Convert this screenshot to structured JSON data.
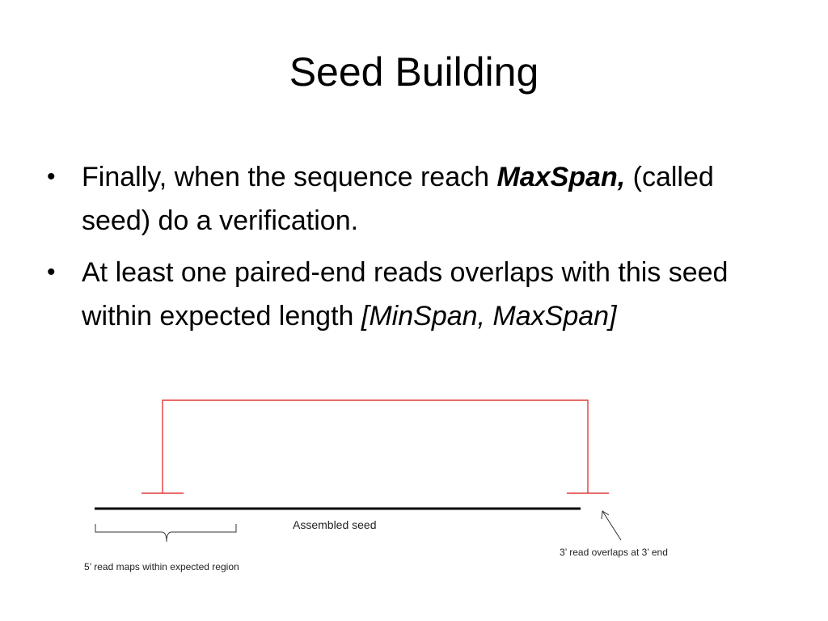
{
  "slide": {
    "title": "Seed Building",
    "bullets": [
      {
        "text_before": "Finally, when the sequence reach ",
        "emphasis": "MaxSpan,",
        "text_after": " (called seed) do a verification."
      },
      {
        "text_before": "At least one paired-end reads overlaps with this seed within expected length ",
        "emphasis": "[MinSpan, MaxSpan]",
        "text_after": ""
      }
    ],
    "bullet_marker": "•"
  },
  "diagram": {
    "labels": {
      "assembled_seed": "Assembled seed",
      "five_prime": "5’ read maps within expected region",
      "three_prime": "3’ read overlaps at 3’ end"
    },
    "colors": {
      "pair_link": "#e03c3c",
      "seed_line": "#000000",
      "annotation": "#333333"
    }
  }
}
